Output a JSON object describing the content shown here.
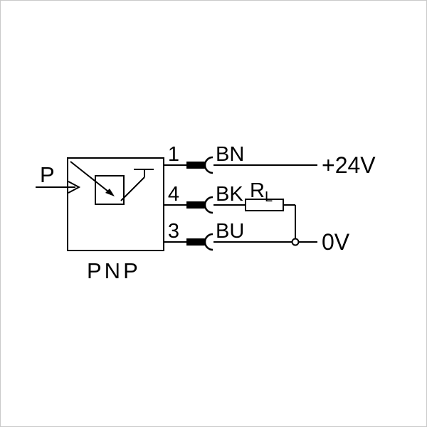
{
  "canvas": {
    "background": "#ffffff",
    "frame_color": "#c9c9c9",
    "line_color": "#000000"
  },
  "sensor": {
    "pressure_port_label": "P",
    "output_type_label": "PNP"
  },
  "connections": [
    {
      "pin": "1",
      "wire_color": "BN"
    },
    {
      "pin": "4",
      "wire_color": "BK"
    },
    {
      "pin": "3",
      "wire_color": "BU"
    }
  ],
  "load_resistor": {
    "symbol": "R",
    "subscript": "L"
  },
  "rails": {
    "positive": "+24V",
    "zero": "0V"
  }
}
